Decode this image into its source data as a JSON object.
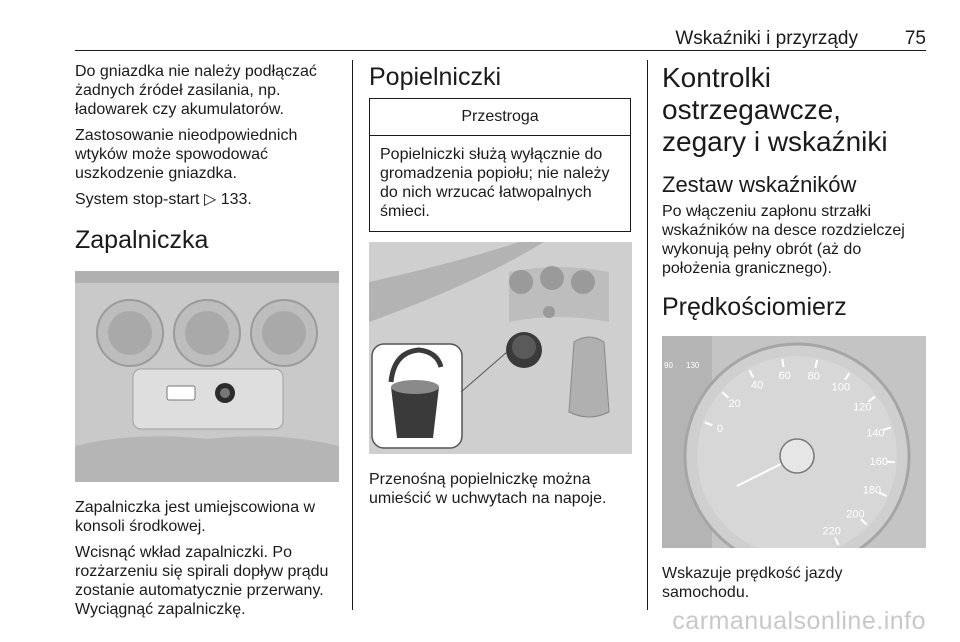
{
  "header": {
    "title": "Wskaźniki i przyrządy",
    "page": "75"
  },
  "col1": {
    "p1": "Do gniazdka nie należy podłączać żadnych źródeł zasilania, np. ładowarek czy akumulatorów.",
    "p2": "Zastosowanie nieodpowiednich wtyków może spowodować uszkodzenie gniazdka.",
    "p3_text": "System stop-start",
    "p3_ref": "133.",
    "heading": "Zapalniczka",
    "p4": "Zapalniczka jest umiejscowiona w konsoli środkowej.",
    "p5": "Wcisnąć wkład zapalniczki. Po rozżarzeniu się spirali dopływ prądu zostanie automatycznie przerwany. Wyciągnąć zapalniczkę."
  },
  "col2": {
    "heading": "Popielniczki",
    "caution_title": "Przestroga",
    "caution_body": "Popielniczki służą wyłącznie do gromadzenia popiołu; nie należy do nich wrzucać łatwopalnych śmieci.",
    "p1": "Przenośną popielniczkę można umieścić w uchwytach na napoje."
  },
  "col3": {
    "heading": "Kontrolki ostrzegawcze, zegary i wskaźniki",
    "subheading": "Zestaw wskaźników",
    "p1": "Po włączeniu zapłonu strzałki wskaźników na desce rozdzielczej wykonują pełny obrót (aż do położenia granicznego).",
    "heading2": "Prędkościomierz",
    "p2": "Wskazuje prędkość jazdy samochodu.",
    "gauge_labels": [
      "0",
      "20",
      "40",
      "60",
      "80",
      "100",
      "120",
      "140",
      "160",
      "180",
      "200",
      "220"
    ],
    "gauge_top": [
      "90",
      "130"
    ]
  },
  "watermark": "carmanualsonline.info"
}
